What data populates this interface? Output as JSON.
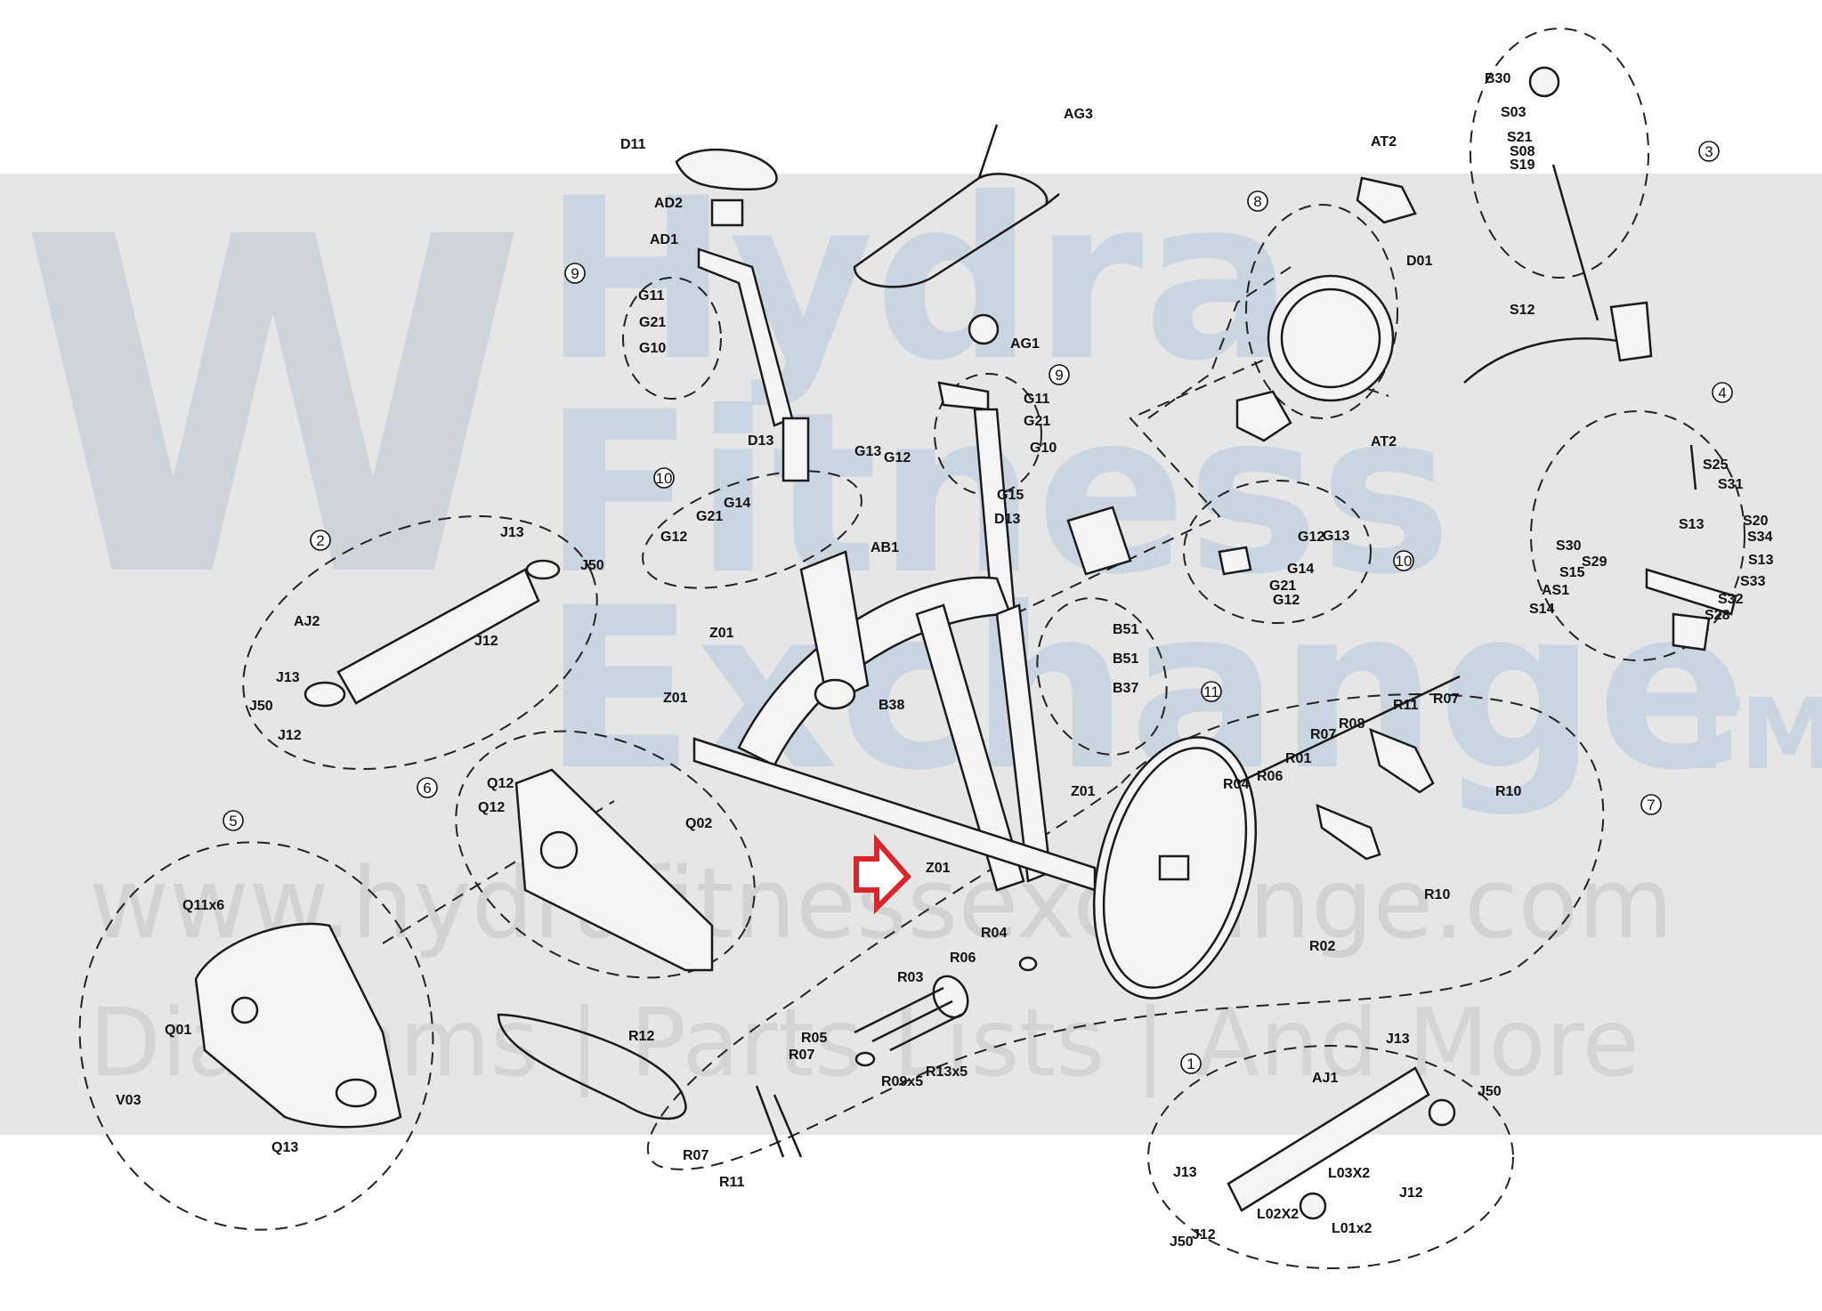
{
  "watermark": {
    "logo": "W",
    "line1": "Hydra",
    "line2": "Fitness",
    "line3": "Exchange",
    "tm": "TM",
    "url": "www.hydrafitnessexchange.com",
    "tagline": "Diagrams | Parts Lists | And More"
  },
  "diagram": {
    "groups": [
      "1",
      "2",
      "3",
      "4",
      "5",
      "6",
      "7",
      "8",
      "9",
      "9",
      "10",
      "10",
      "11"
    ],
    "labels": [
      "D11",
      "AD2",
      "AD1",
      "G11",
      "G21",
      "G10",
      "AG3",
      "AG1",
      "G11",
      "G21",
      "G10",
      "D13",
      "G13",
      "G12",
      "G14",
      "G21",
      "G12",
      "G15",
      "D13",
      "AB1",
      "AJ2",
      "J13",
      "J50",
      "J12",
      "J13",
      "J50",
      "J12",
      "Z01",
      "Z01",
      "B38",
      "Z01",
      "Z01",
      "Q12",
      "Q12",
      "Q02",
      "Q11x6",
      "Q01",
      "V03",
      "Q13",
      "AT2",
      "D01",
      "AT2",
      "B30",
      "S03",
      "S21",
      "S08",
      "S19",
      "S12",
      "S25",
      "S31",
      "S13",
      "S20",
      "S34",
      "S30",
      "S29",
      "S13",
      "S15",
      "S33",
      "AS1",
      "S32",
      "S14",
      "S28",
      "G12",
      "G13",
      "G14",
      "G21",
      "G12",
      "B51",
      "B51",
      "B37",
      "R11",
      "R07",
      "R07",
      "R08",
      "R01",
      "R04",
      "R06",
      "R10",
      "R10",
      "R02",
      "R04",
      "R06",
      "R03",
      "R05",
      "R07",
      "R09x5",
      "R13x5",
      "R12",
      "R07",
      "R11",
      "J13",
      "AJ1",
      "J50",
      "L03X2",
      "J12",
      "J13",
      "L02X2",
      "L01x2",
      "J12",
      "J50"
    ]
  }
}
